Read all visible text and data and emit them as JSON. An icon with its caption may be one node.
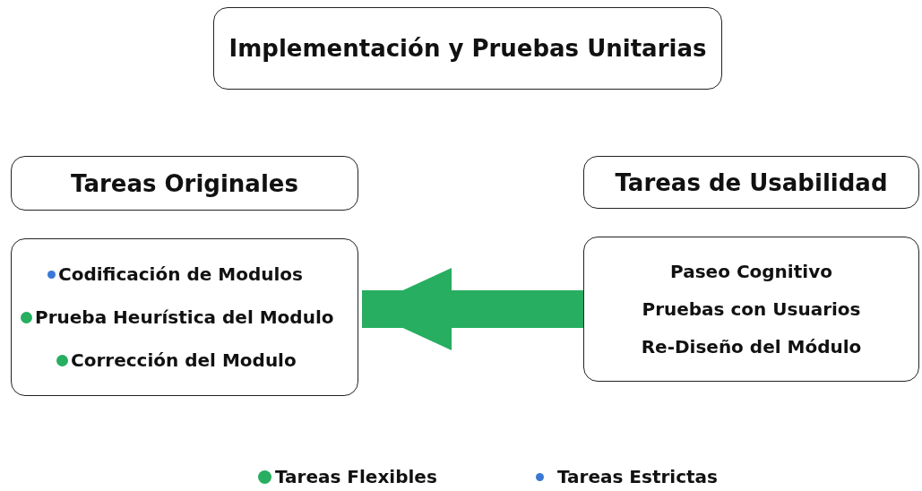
{
  "diagram": {
    "nodes": [
      {
        "text": [
          "Implementación y Pruebas Unitarias"
        ]
      },
      {
        "text": [
          "Tareas Originales"
        ]
      },
      {
        "text": [
          "Codificación de Modulos",
          "Prueba Heurística del Modulo",
          "Corrección del Modulo"
        ]
      },
      {
        "text": [
          "Tareas de Usabilidad"
        ]
      },
      {
        "text": [
          "Paseo Cognitivo",
          "Pruebas con Usuarios",
          "Re-Diseño del Módulo"
        ]
      }
    ],
    "edges": [
      {
        "from": 4,
        "to": 2,
        "arrow": "to",
        "color": "#27ae60"
      }
    ],
    "legend": [
      {
        "text": "Tareas Flexibles",
        "color": "#27ae60"
      },
      {
        "text": "Tareas Estrictas",
        "color": "#3a78d6"
      }
    ]
  }
}
